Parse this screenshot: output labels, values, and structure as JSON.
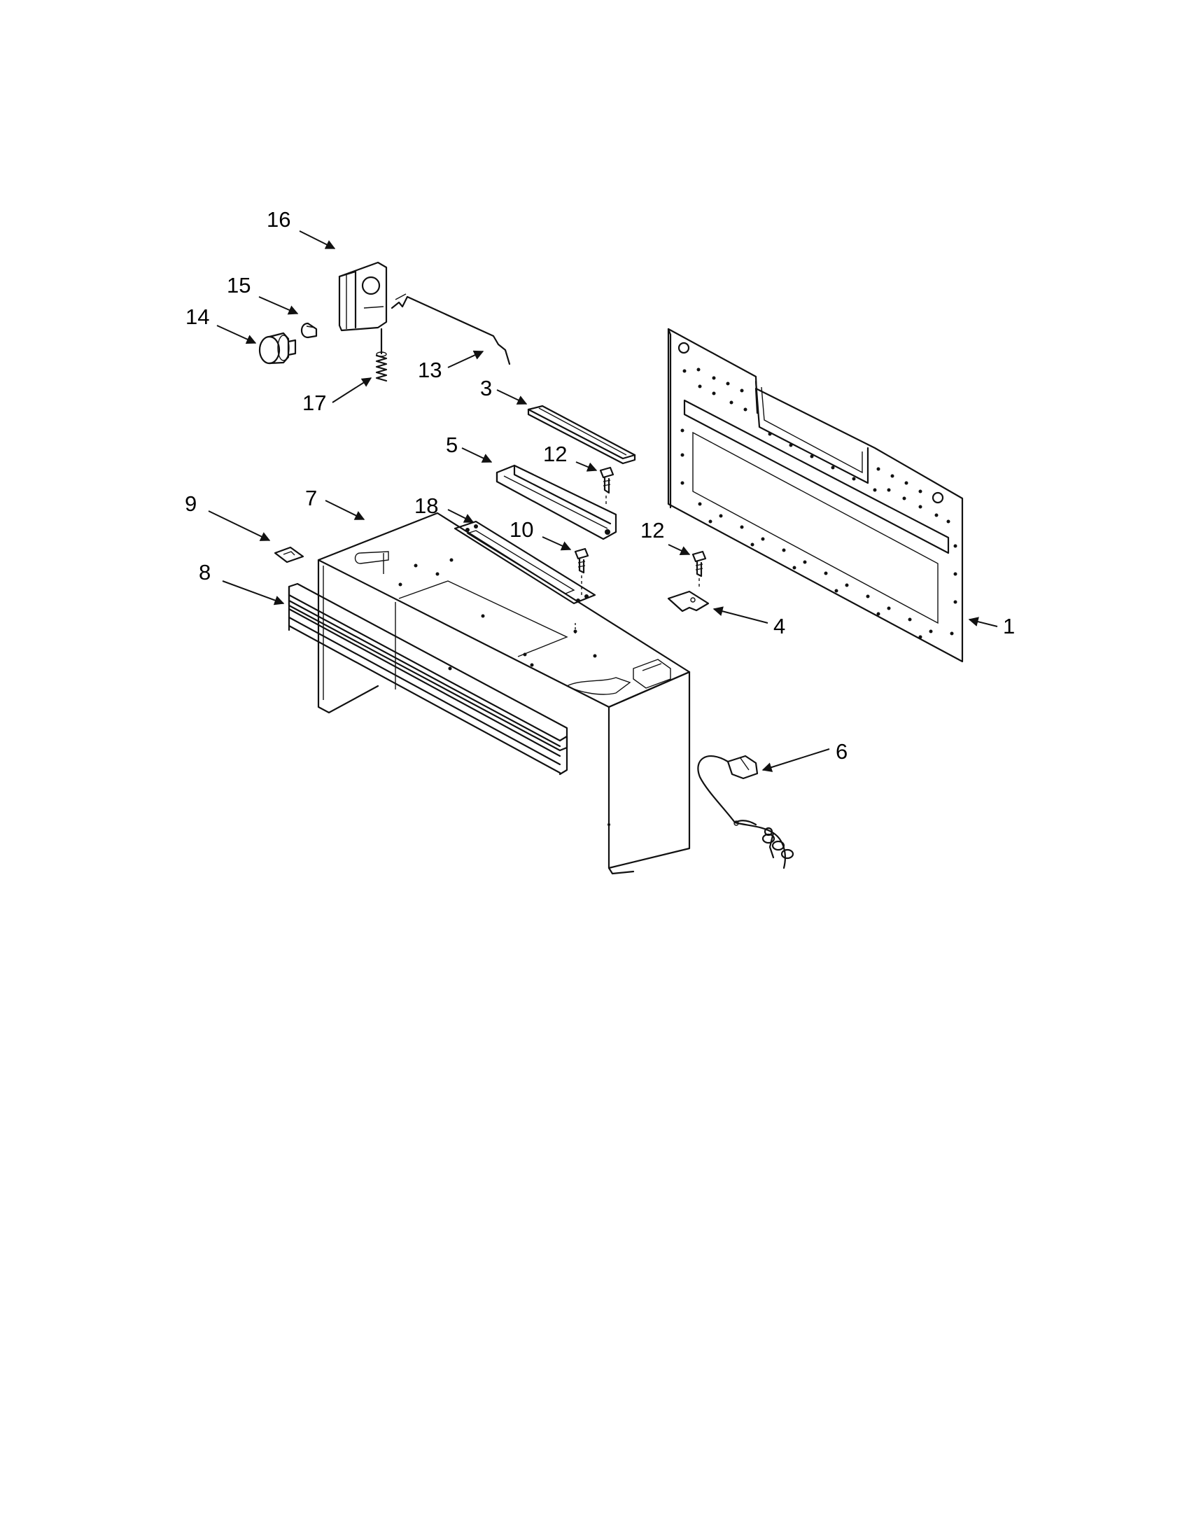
{
  "callouts": [
    {
      "id": "c1",
      "label": "1"
    },
    {
      "id": "c3",
      "label": "3"
    },
    {
      "id": "c4",
      "label": "4"
    },
    {
      "id": "c5",
      "label": "5"
    },
    {
      "id": "c6",
      "label": "6"
    },
    {
      "id": "c7",
      "label": "7"
    },
    {
      "id": "c8",
      "label": "8"
    },
    {
      "id": "c9",
      "label": "9"
    },
    {
      "id": "c10",
      "label": "10"
    },
    {
      "id": "c12a",
      "label": "12"
    },
    {
      "id": "c12b",
      "label": "12"
    },
    {
      "id": "c13",
      "label": "13"
    },
    {
      "id": "c14",
      "label": "14"
    },
    {
      "id": "c15",
      "label": "15"
    },
    {
      "id": "c16",
      "label": "16"
    },
    {
      "id": "c17",
      "label": "17"
    },
    {
      "id": "c18",
      "label": "18"
    }
  ]
}
